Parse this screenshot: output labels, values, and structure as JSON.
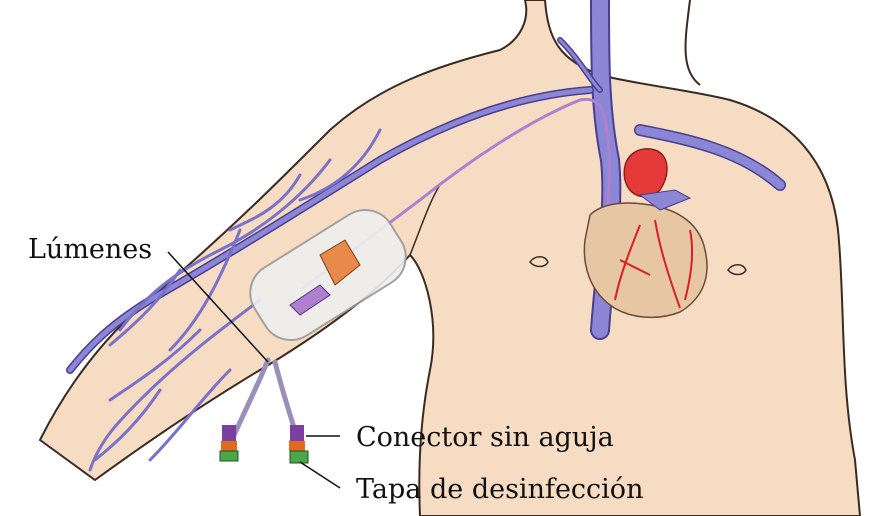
{
  "labels": {
    "lumens": "Lúmenes",
    "needleless_connector": "Conector sin aguja",
    "disinfection_cap": "Tapa de desinfección"
  },
  "colors": {
    "skin": "#f7dcc4",
    "skin_outline": "#3a2b22",
    "veins": "#8c86d6",
    "vein_outline": "#4a3e8e",
    "catheter": "#b080d0",
    "heart": "#e7c6a4",
    "heart_vessels": "#d82020",
    "aorta": "#e43a3a",
    "caps_green": "#4aa84a",
    "connector_purple": "#7b3fa0",
    "connector_orange": "#e06a20",
    "dressing": "#efefef"
  },
  "icons": [
    "heart-illustration",
    "picc-line-illustration",
    "arm-veins-illustration"
  ]
}
